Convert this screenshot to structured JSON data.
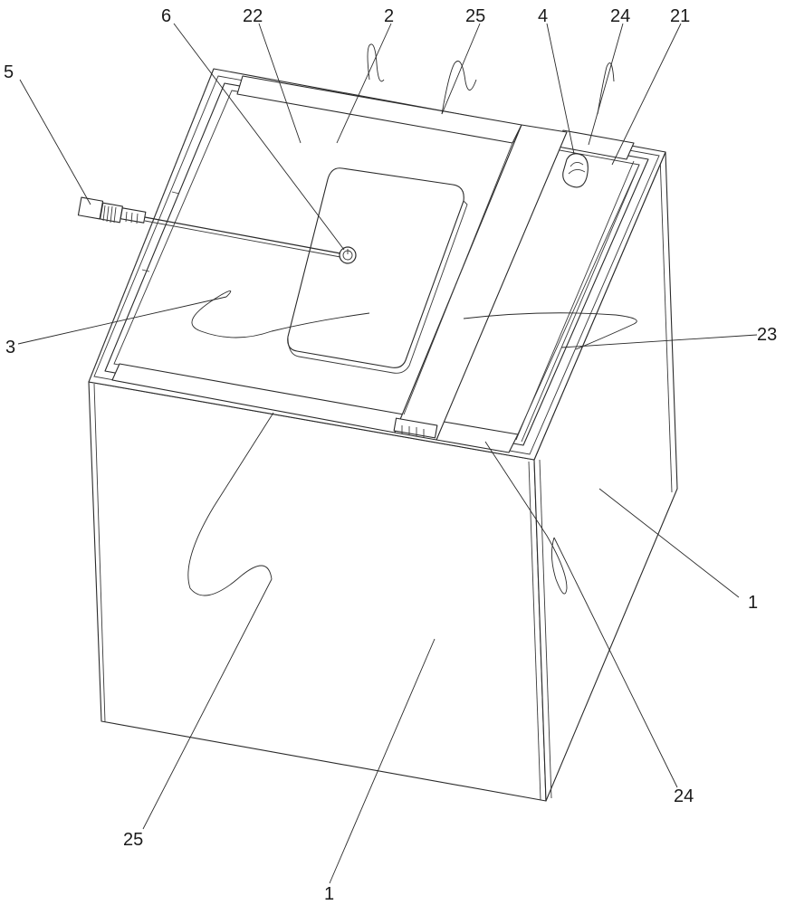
{
  "labels": {
    "l5": "5",
    "l6": "6",
    "l22": "22",
    "l2": "2",
    "l25_top": "25",
    "l4": "4",
    "l24_top": "24",
    "l21": "21",
    "l3": "3",
    "l23": "23",
    "l1_right": "1",
    "l24_bottom": "24",
    "l25_bottom": "25",
    "l1_bottom": "1"
  },
  "colors": {
    "line": "#2a2a2a",
    "background": "#ffffff"
  }
}
